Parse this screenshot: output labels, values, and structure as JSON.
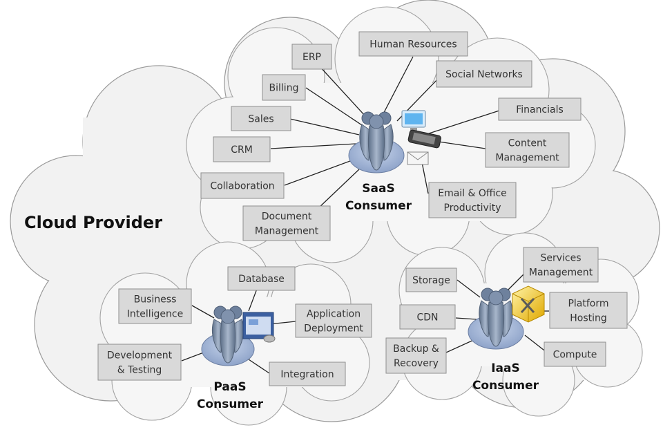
{
  "provider_label": "Cloud Provider",
  "saas": {
    "consumer_label": [
      "SaaS",
      "Consumer"
    ],
    "items": [
      {
        "id": "erp",
        "lines": [
          "ERP"
        ]
      },
      {
        "id": "human-resources",
        "lines": [
          "Human Resources"
        ]
      },
      {
        "id": "billing",
        "lines": [
          "Billing"
        ]
      },
      {
        "id": "social-networks",
        "lines": [
          "Social Networks"
        ]
      },
      {
        "id": "sales",
        "lines": [
          "Sales"
        ]
      },
      {
        "id": "financials",
        "lines": [
          "Financials"
        ]
      },
      {
        "id": "crm",
        "lines": [
          "CRM"
        ]
      },
      {
        "id": "content-management",
        "lines": [
          "Content",
          "Management"
        ]
      },
      {
        "id": "collaboration",
        "lines": [
          "Collaboration"
        ]
      },
      {
        "id": "email-office",
        "lines": [
          "Email & Office",
          "Productivity"
        ]
      },
      {
        "id": "document-management",
        "lines": [
          "Document",
          "Management"
        ]
      }
    ]
  },
  "paas": {
    "consumer_label": [
      "PaaS",
      "Consumer"
    ],
    "items": [
      {
        "id": "database",
        "lines": [
          "Database"
        ]
      },
      {
        "id": "business-intelligence",
        "lines": [
          "Business",
          "Intelligence"
        ]
      },
      {
        "id": "application-deployment",
        "lines": [
          "Application",
          "Deployment"
        ]
      },
      {
        "id": "development-testing",
        "lines": [
          "Development",
          "& Testing"
        ]
      },
      {
        "id": "integration",
        "lines": [
          "Integration"
        ]
      }
    ]
  },
  "iaas": {
    "consumer_label": [
      "IaaS",
      "Consumer"
    ],
    "items": [
      {
        "id": "storage",
        "lines": [
          "Storage"
        ]
      },
      {
        "id": "services-management",
        "lines": [
          "Services",
          "Management"
        ]
      },
      {
        "id": "cdn",
        "lines": [
          "CDN"
        ]
      },
      {
        "id": "platform-hosting",
        "lines": [
          "Platform",
          "Hosting"
        ]
      },
      {
        "id": "backup-recovery",
        "lines": [
          "Backup &",
          "Recovery"
        ]
      },
      {
        "id": "compute",
        "lines": [
          "Compute"
        ]
      }
    ]
  },
  "colors": {
    "box_fill": "#d9d9d9",
    "cloud_fill": "#f4f4f4",
    "cloud_stroke": "#9a9a9a",
    "person_fill": "#7c8fa8",
    "ellipse_fill": "#9fb2d4"
  }
}
